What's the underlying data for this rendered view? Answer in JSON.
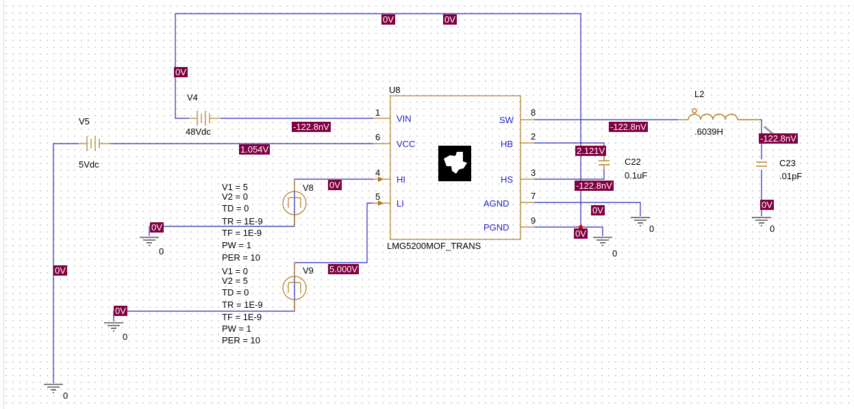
{
  "colors": {
    "wire": "#2828b4",
    "component": "#b4781e",
    "voltage_marker_bg": "#800040",
    "voltage_marker_text": "#ffffff",
    "pin_label": "#1f1fc8"
  },
  "ic": {
    "ref": "U8",
    "part": "LMG5200MOF_TRANS",
    "logo_icon": "ti-logo-icon",
    "left_pins": [
      {
        "num": "1",
        "label": "VIN"
      },
      {
        "num": "6",
        "label": "VCC"
      },
      {
        "num": "4",
        "label": "HI"
      },
      {
        "num": "5",
        "label": "LI"
      }
    ],
    "right_pins": [
      {
        "num": "8",
        "label": "SW"
      },
      {
        "num": "2",
        "label": "HB"
      },
      {
        "num": "3",
        "label": "HS"
      },
      {
        "num": "7",
        "label": "AGND"
      },
      {
        "num": "9",
        "label": "PGND"
      }
    ]
  },
  "components": {
    "V4": {
      "ref": "V4",
      "value": "48Vdc"
    },
    "V5": {
      "ref": "V5",
      "value": "5Vdc"
    },
    "V8": {
      "ref": "V8",
      "params": [
        "V1 = 5",
        "V2 = 0",
        "TD = 0",
        "TR = 1E-9",
        "TF = 1E-9",
        "PW = 1",
        "PER = 10"
      ]
    },
    "V9": {
      "ref": "V9",
      "params": [
        "V1 = 0",
        "V2 = 5",
        "TD = 0",
        "TR = 1E-9",
        "TF = 1E-9",
        "PW = 1",
        "PER = 10"
      ]
    },
    "L2": {
      "ref": "L2",
      "value": ".6039H"
    },
    "C22": {
      "ref": "C22",
      "value": "0.1uF"
    },
    "C23": {
      "ref": "C23",
      "value": ".01pF"
    }
  },
  "ground_label": "0",
  "voltage_markers": {
    "top_left": "0V",
    "top_right": "0V",
    "v4_left": "0V",
    "vin": "-122.8nV",
    "vcc": "1.054V",
    "hi": "0V",
    "li": "5.000V",
    "v8_gnd": "0V",
    "v9_gnd": "0V",
    "v5_gnd": "0V",
    "sw": "-122.8nV",
    "hb": "2.121V",
    "hs": "-122.8nV",
    "agnd": "0V",
    "pgnd": "0V",
    "l2_out": "-122.8nV",
    "c23_gnd": "0V"
  }
}
